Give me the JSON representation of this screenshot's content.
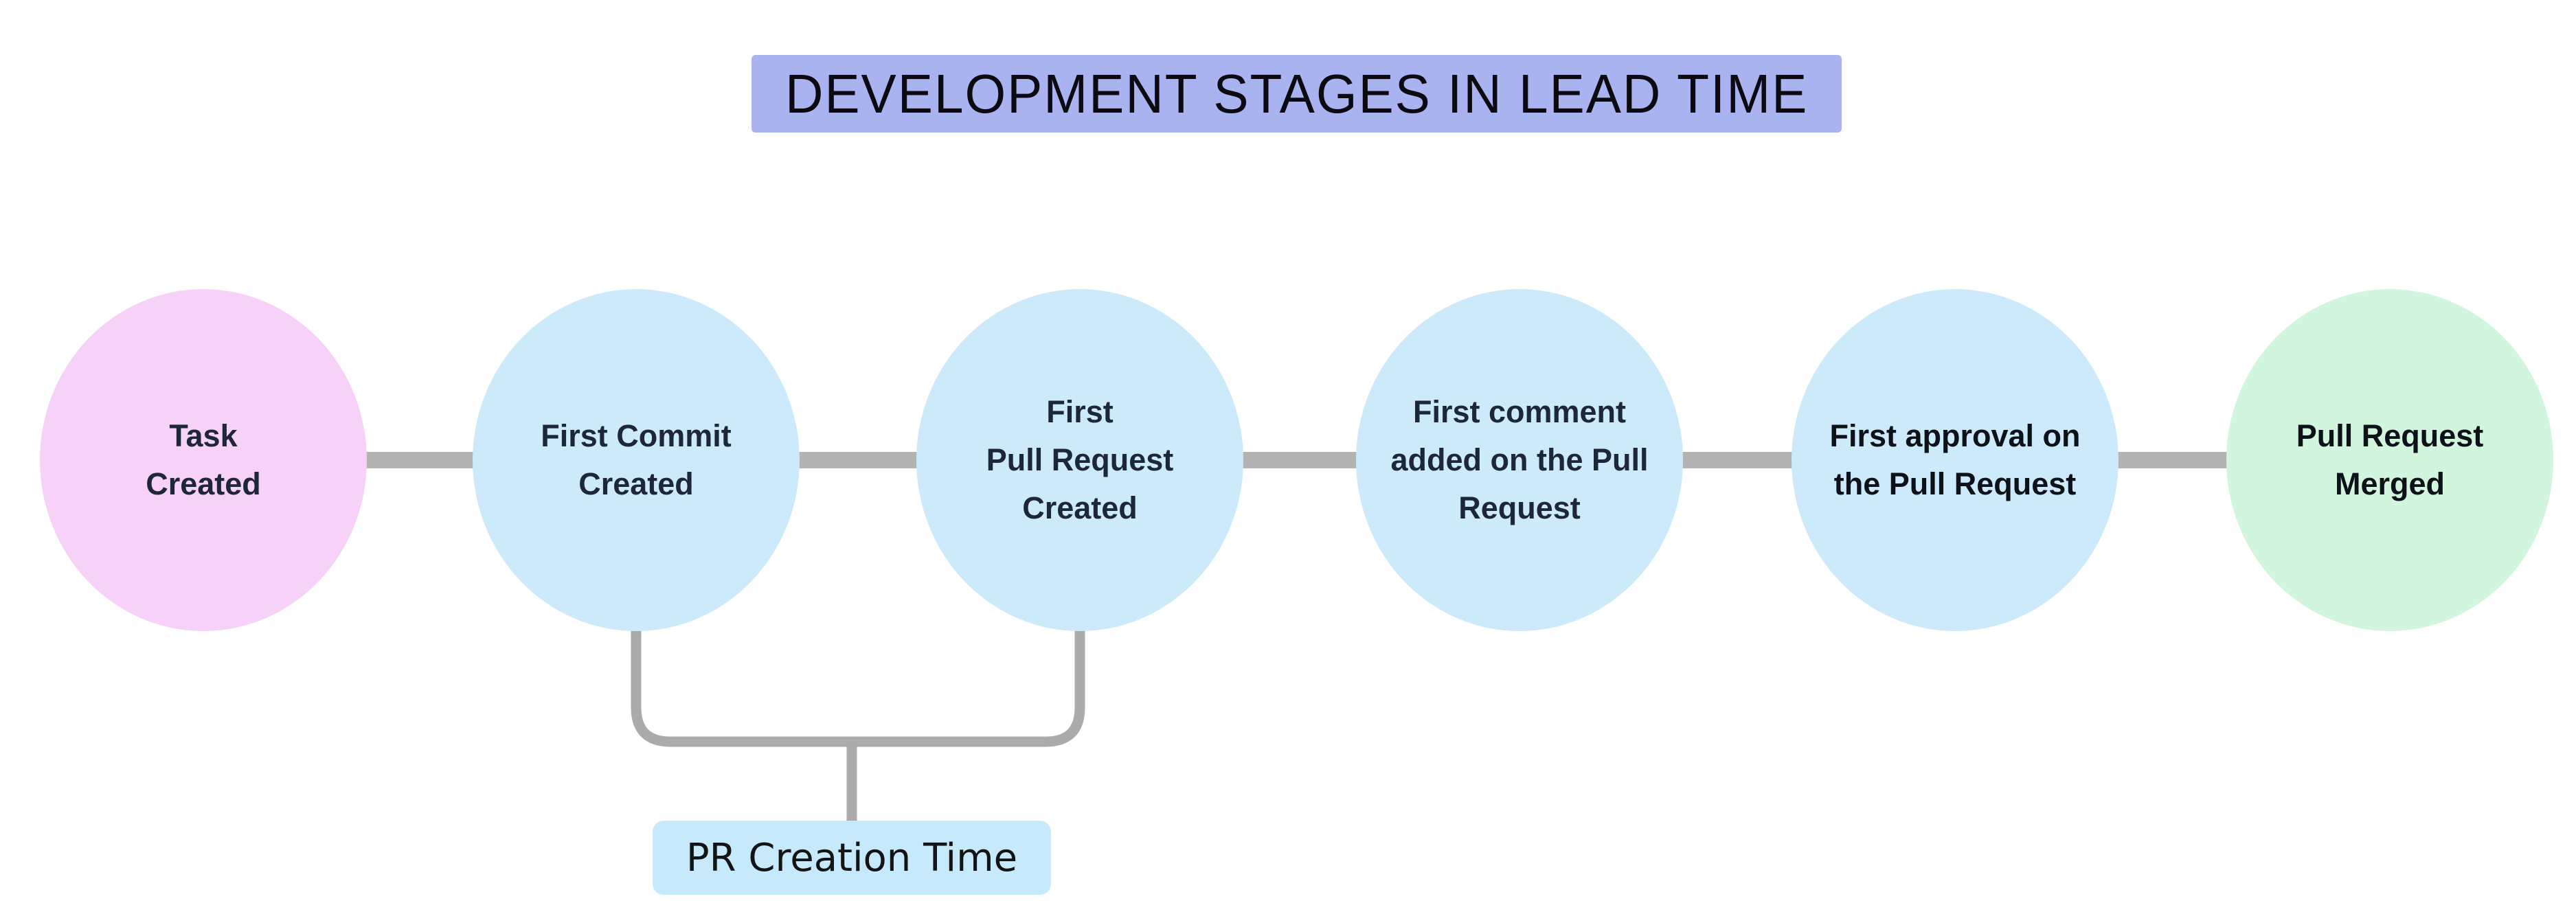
{
  "title": {
    "text": "DEVELOPMENT STAGES IN LEAD TIME",
    "bg_color": "#a9b3ef",
    "text_color": "#0a0a10"
  },
  "nodes": [
    {
      "id": "task-created",
      "label": "Task\nCreated",
      "bg_color": "#f6d1f8",
      "text_color": "#1d2737"
    },
    {
      "id": "first-commit-created",
      "label": "First Commit\nCreated",
      "bg_color": "#cdeafb",
      "text_color": "#1d2737"
    },
    {
      "id": "first-pull-request-created",
      "label": "First\nPull Request\nCreated",
      "bg_color": "#cdeafb",
      "text_color": "#1d2737"
    },
    {
      "id": "first-comment-added",
      "label": "First comment\nadded on the Pull\nRequest",
      "bg_color": "#cdeafb",
      "text_color": "#1d2737"
    },
    {
      "id": "first-approval",
      "label": "First approval on\nthe Pull Request",
      "bg_color": "#cdeafb",
      "text_color": "#0d1218"
    },
    {
      "id": "pull-request-merged",
      "label": "Pull Request\nMerged",
      "bg_color": "#d2f5de",
      "text_color": "#0d1218"
    }
  ],
  "annotation": {
    "label": "PR Creation Time",
    "bg_color": "#c7e9fc",
    "text_color": "#141414",
    "spans_nodes": [
      "first-commit-created",
      "first-pull-request-created"
    ]
  },
  "colors": {
    "background": "#ffffff",
    "connector": "#b5b2b2",
    "bracket": "#ababab"
  }
}
